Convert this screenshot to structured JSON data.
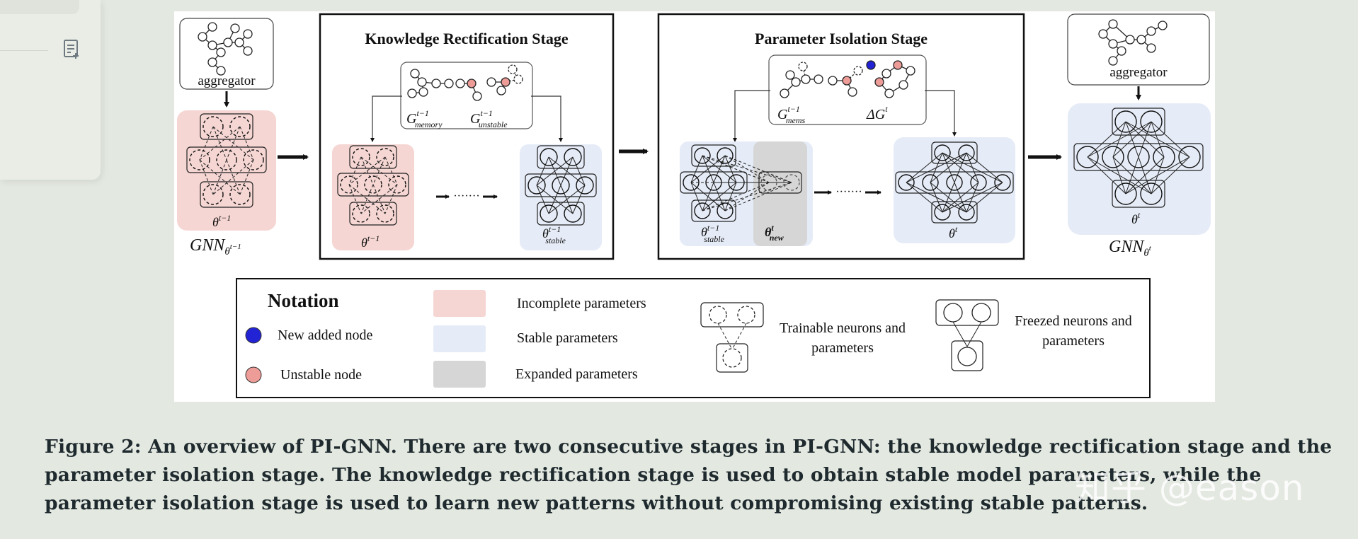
{
  "figure": {
    "aggregator_label": "aggregator",
    "aggregator_label_right": "aggregator",
    "gnn_prev": "GNN",
    "gnn_prev_sub": "θ",
    "gnn_prev_sup": "t−1",
    "gnn_curr": "GNN",
    "gnn_curr_sub": "θ",
    "gnn_curr_sup": "t",
    "theta_prev": "θ",
    "theta_prev_sup": "t−1",
    "theta_curr": "θ",
    "theta_curr_sup": "t",
    "knowledge_stage": {
      "title": "Knowledge Rectification Stage",
      "g_memory": "G",
      "g_memory_sup": "t−1",
      "g_memory_sub": "memory",
      "g_unstable": "G",
      "g_unstable_sup": "t−1",
      "g_unstable_sub": "unstable",
      "theta_left": "θ",
      "theta_left_sup": "t−1",
      "theta_right": "θ",
      "theta_right_sup": "t−1",
      "theta_right_sub": "stable",
      "dots": "·······"
    },
    "isolation_stage": {
      "title": "Parameter Isolation Stage",
      "g_mems": "G",
      "g_mems_sup": "t−1",
      "g_mems_sub": "mems",
      "delta_g": "ΔG",
      "delta_g_sup": "t",
      "theta_stable": "θ",
      "theta_stable_sup": "t−1",
      "theta_stable_sub": "stable",
      "theta_new": "θ",
      "theta_new_sup": "t",
      "theta_new_sub": "new",
      "theta_out": "θ",
      "theta_out_sup": "t",
      "dots": "·······"
    },
    "notation": {
      "title": "Notation",
      "new_node": "New added node",
      "unstable_node": "Unstable node",
      "incomplete": "Incomplete parameters",
      "stable": "Stable parameters",
      "expanded": "Expanded parameters",
      "trainable": "Trainable neurons and parameters",
      "trainable_l1": "Trainable neurons and",
      "trainable_l2": "parameters",
      "freezed": "Freezed neurons and parameters",
      "freezed_l1": "Freezed neurons and",
      "freezed_l2": "parameters"
    },
    "colors": {
      "incomplete": "#f5d6d3",
      "stable": "#e6ecf7",
      "expanded": "#d6d6d6",
      "new_node": "#2323d6",
      "unstable_node": "#ee9c98"
    }
  },
  "caption": "Figure 2: An overview of PI-GNN. There are two consecutive stages in PI-GNN: the knowledge rectification stage and the parameter isolation stage. The knowledge rectification stage is used to obtain stable model parameters, while the parameter isolation stage is used to learn new patterns without compromising existing stable patterns.",
  "watermark": "知乎 @eason",
  "icons": {
    "side_panel": "note-add-icon"
  }
}
